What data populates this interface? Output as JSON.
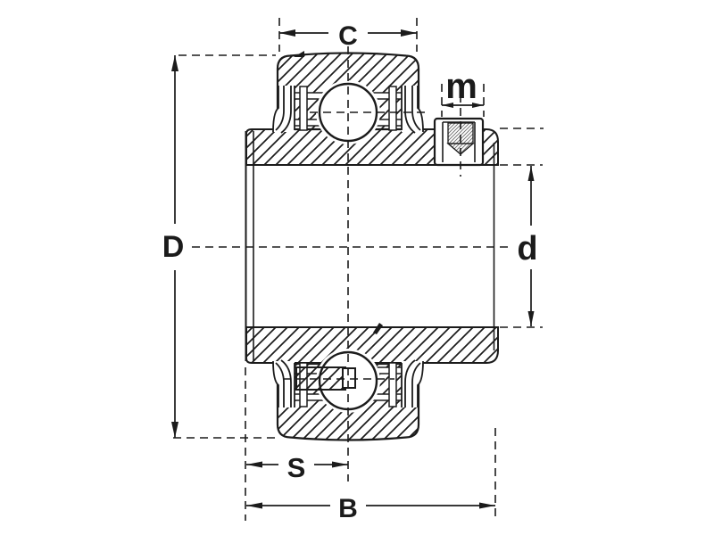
{
  "diagram": {
    "kind": "insert-ball-bearing cross-section technical drawing",
    "background": "#ffffff",
    "ink": "#1b1b1b",
    "labels": {
      "outer_ring_width": "C",
      "set_screw_size": "m",
      "outer_diameter": "D",
      "bore_diameter": "d",
      "inner_ring_offset": "S",
      "total_width": "B"
    }
  }
}
